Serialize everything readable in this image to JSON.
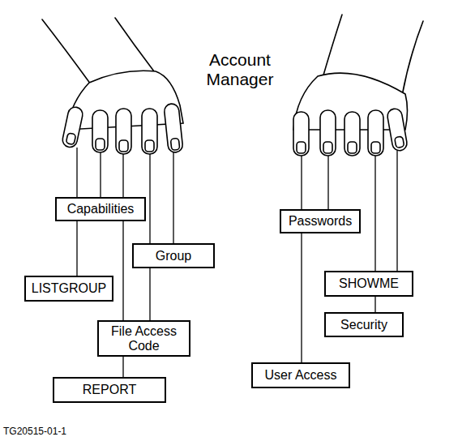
{
  "diagram": {
    "title": "Account Manager",
    "nodes": [
      {
        "text": [
          "Capabilities"
        ]
      },
      {
        "text": [
          "Group"
        ]
      },
      {
        "text": [
          "LISTGROUP"
        ]
      },
      {
        "text": [
          "File Access Code"
        ]
      },
      {
        "text": [
          "REPORT"
        ]
      },
      {
        "text": [
          "Passwords"
        ]
      },
      {
        "text": [
          "SHOWME"
        ]
      },
      {
        "text": [
          "Security"
        ]
      },
      {
        "text": [
          "User Access"
        ]
      }
    ],
    "edges": [
      {
        "from": 0,
        "to": 2,
        "arrow": "none"
      },
      {
        "from": 0,
        "to": 3,
        "arrow": "none"
      },
      {
        "from": 3,
        "to": 4,
        "arrow": "none"
      },
      {
        "from": 1,
        "to": 3,
        "arrow": "none"
      },
      {
        "from": 5,
        "to": 8,
        "arrow": "none"
      },
      {
        "from": 6,
        "to": 7,
        "arrow": "none"
      }
    ],
    "labels": [
      "TG20515-01-1"
    ]
  }
}
